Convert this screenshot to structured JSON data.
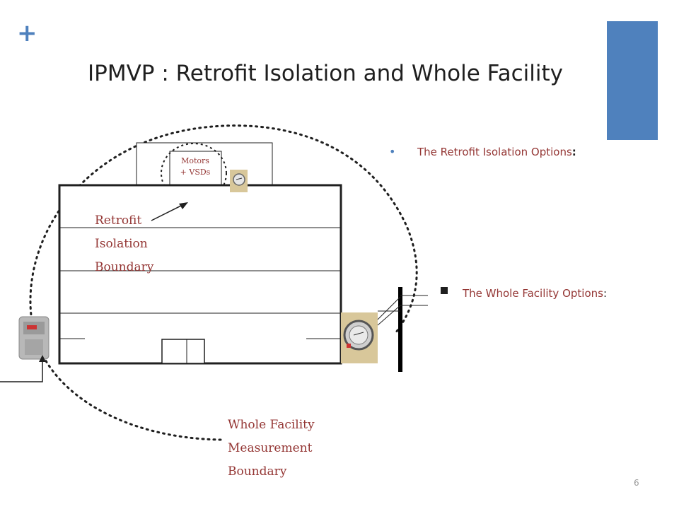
{
  "slide": {
    "title": "IPMVP : Retrofit Isolation and Whole Facility",
    "page_number": "6",
    "accent_color": "#4f81bd",
    "text_color": "#943634"
  },
  "diagram": {
    "motors_label_line1": "Motors",
    "motors_label_line2": "+ VSDs",
    "retrofit_line1": "Retrofit",
    "retrofit_line2": "Isolation",
    "retrofit_line3": "Boundary",
    "whole_line1": "Whole Facility",
    "whole_line2": "Measurement",
    "whole_line3": "Boundary"
  },
  "bullets": {
    "retrofit_text": "The Retrofit Isolation Options",
    "retrofit_colon": ":",
    "whole_text": "The Whole Facility Options",
    "whole_colon": ":"
  }
}
